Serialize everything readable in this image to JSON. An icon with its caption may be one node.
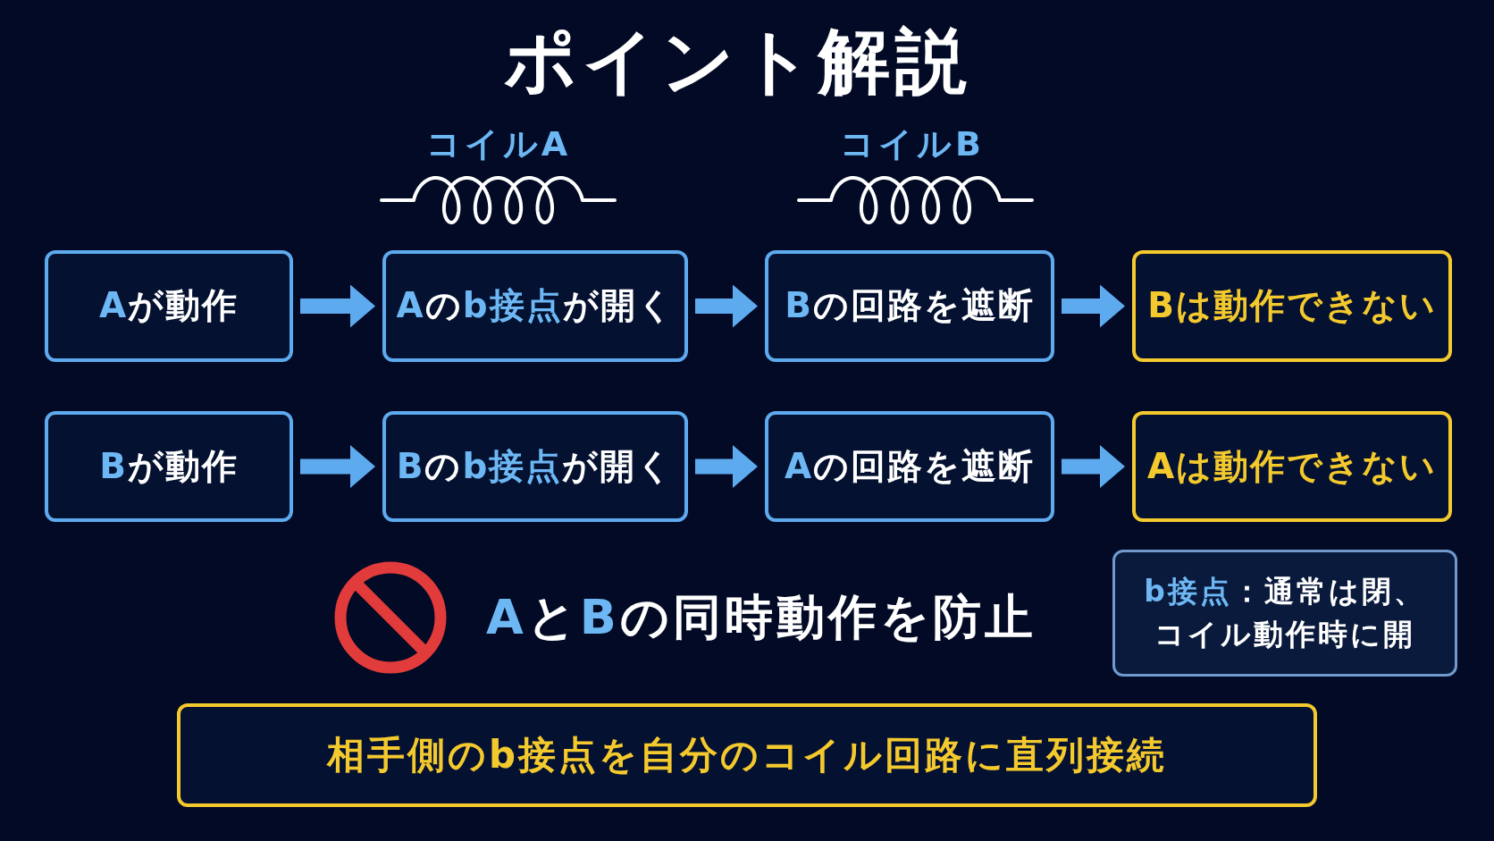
{
  "diagram": {
    "title": "ポイント解説",
    "nodes": [
      {
        "text": [
          "**A**が動作"
        ]
      },
      {
        "text": [
          "**A**の**b接点**が開く"
        ]
      },
      {
        "text": [
          "**B**の回路を遮断"
        ]
      },
      {
        "text": [
          "Bは動作できない"
        ]
      },
      {
        "text": [
          "**B**が動作"
        ]
      },
      {
        "text": [
          "**B**の**b接点**が開く"
        ]
      },
      {
        "text": [
          "**A**の回路を遮断"
        ]
      },
      {
        "text": [
          "Aは動作できない"
        ]
      },
      {
        "text": [
          "**b接点**：通常は閉、コイル動作時に開"
        ]
      },
      {
        "text": [
          "相手側のb接点を自分のコイル回路に直列接続"
        ]
      }
    ],
    "edges": [
      {
        "from": 0,
        "to": 1,
        "arrow": "to"
      },
      {
        "from": 1,
        "to": 2,
        "arrow": "to"
      },
      {
        "from": 2,
        "to": 3,
        "arrow": "to"
      },
      {
        "from": 4,
        "to": 5,
        "arrow": "to"
      },
      {
        "from": 5,
        "to": 6,
        "arrow": "to"
      },
      {
        "from": 6,
        "to": 7,
        "arrow": "to"
      }
    ],
    "labels": [
      "コイルA",
      "コイルB",
      "**A**と**B**の同時動作を防止"
    ]
  }
}
